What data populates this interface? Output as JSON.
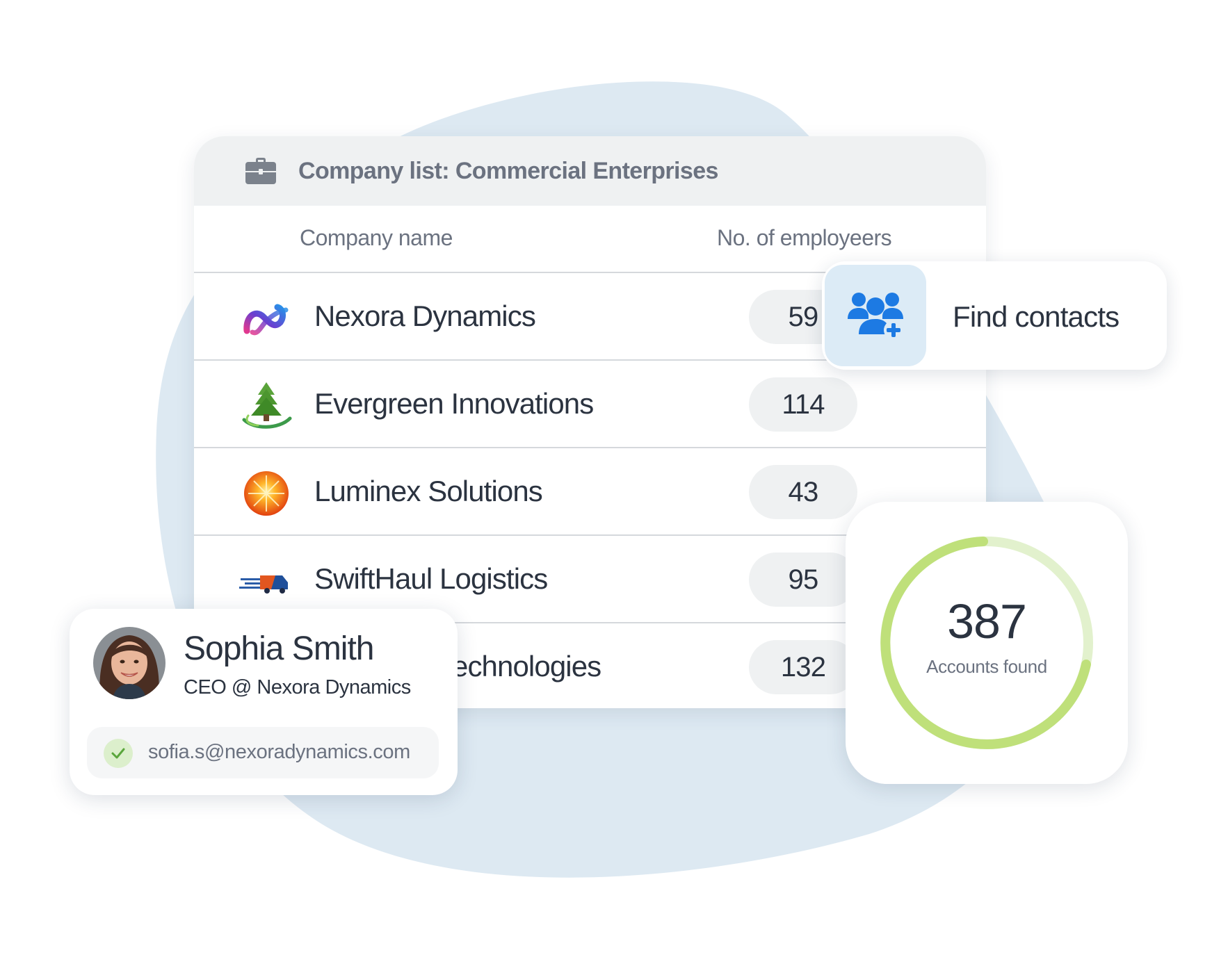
{
  "company_list": {
    "title": "Company list: Commercial Enterprises",
    "columns": {
      "name": "Company name",
      "count": "No. of employeers"
    },
    "rows": [
      {
        "name": "Nexora Dynamics",
        "count": "59",
        "logo": "nexora-logo"
      },
      {
        "name": "Evergreen Innovations",
        "count": "114",
        "logo": "evergreen-tree-logo"
      },
      {
        "name": "Luminex Solutions",
        "count": "43",
        "logo": "luminex-sun-logo"
      },
      {
        "name": "SwiftHaul Logistics",
        "count": "95",
        "logo": "swifthaul-truck-logo"
      },
      {
        "name": "echnologies",
        "count": "132",
        "logo": ""
      }
    ]
  },
  "find_contacts": {
    "label": "Find contacts",
    "icon": "add-users-icon"
  },
  "accounts": {
    "count": "387",
    "label": "Accounts found"
  },
  "contact": {
    "name": "Sophia Smith",
    "role": "CEO @ Nexora Dynamics",
    "email": "sofia.s@nexoradynamics.com",
    "email_verified_icon": "check-icon"
  },
  "colors": {
    "background_blob": "#dde9f2",
    "header_bg": "#eff1f2",
    "text_dark": "#2b3340",
    "text_muted": "#6b7280",
    "find_icon": "#1d7ae3",
    "find_icon_bg": "#dcebf6",
    "ring_progress": "#bfe07a",
    "ring_track": "#e2f1cd",
    "check": "#5aa63c",
    "check_bg": "#dcefcc"
  }
}
